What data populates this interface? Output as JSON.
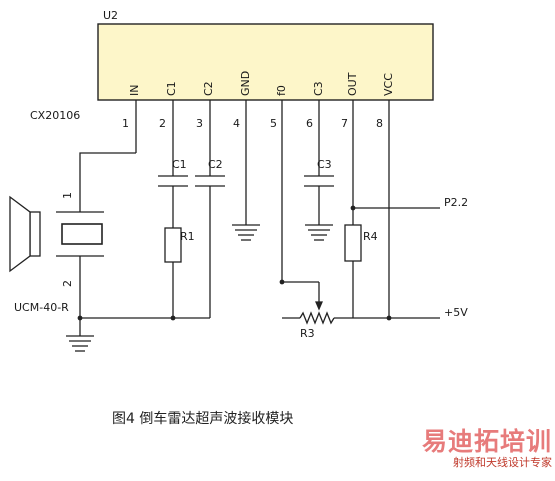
{
  "chip": {
    "ref": "U2",
    "part": "CX20106",
    "pins": [
      {
        "num": "1",
        "name": "IN"
      },
      {
        "num": "2",
        "name": "C1"
      },
      {
        "num": "3",
        "name": "C2"
      },
      {
        "num": "4",
        "name": "GND"
      },
      {
        "num": "5",
        "name": "f0"
      },
      {
        "num": "6",
        "name": "C3"
      },
      {
        "num": "7",
        "name": "OUT"
      },
      {
        "num": "8",
        "name": "VCC"
      }
    ]
  },
  "components": {
    "c1": "C1",
    "c2": "C2",
    "c3": "C3",
    "r1": "R1",
    "r3": "R3",
    "r4": "R4",
    "transducer": "UCM-40-R",
    "transducer_pin_top": "1",
    "transducer_pin_bottom": "2"
  },
  "nets": {
    "output": "P2.2",
    "supply": "+5V"
  },
  "caption": "图4  倒车雷达超声波接收模块",
  "watermark": {
    "logo": "易迪拓培训",
    "subtitle": "射频和天线设计专家"
  },
  "colors": {
    "chip_fill": "#fdf6c9",
    "line": "#222222",
    "watermark": "#e77b7b"
  }
}
